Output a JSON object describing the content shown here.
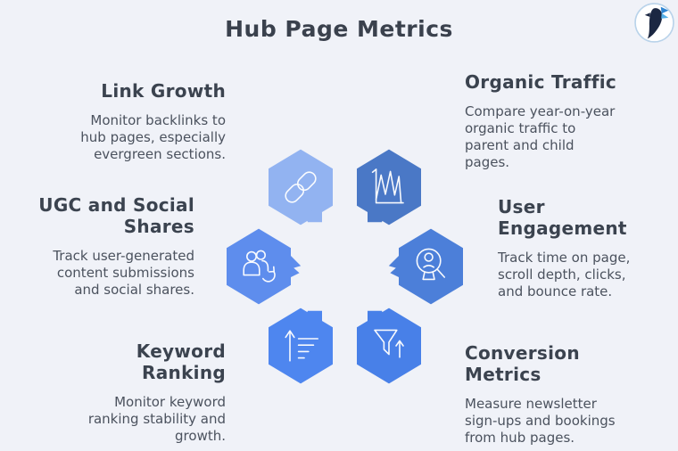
{
  "title": "Hub Page Metrics",
  "logo": {
    "name": "hummingbird-logo"
  },
  "colors": {
    "background": "#f0f2f8",
    "heading_text": "#3b434f",
    "body_text": "#4b525e",
    "icon_stroke": "#ffffff",
    "logo_border": "#b9d3ea",
    "logo_bird": "#1b2742",
    "logo_wing": "#2f86d4"
  },
  "sections": [
    {
      "id": "link-growth",
      "heading": "Link Growth",
      "body": "Monitor backlinks to\nhub pages, especially\nevergreen sections.",
      "icon": "link-icon",
      "color": "#92b3f1"
    },
    {
      "id": "organic-traffic",
      "heading": "Organic Traffic",
      "body": "Compare year-on-year\norganic traffic to\nparent and child\npages.",
      "icon": "area-chart-icon",
      "color": "#4a78c6"
    },
    {
      "id": "ugc-and-social-shares",
      "heading": "UGC and Social\nShares",
      "body": "Track user-generated\ncontent submissions\nand social shares.",
      "icon": "people-refresh-icon",
      "color": "#5e8ded"
    },
    {
      "id": "user-engagement",
      "heading": "User\nEngagement",
      "body": "Track time on page,\nscroll depth, clicks,\nand bounce rate.",
      "icon": "user-magnifier-icon",
      "color": "#4c7fd9"
    },
    {
      "id": "keyword-ranking",
      "heading": "Keyword\nRanking",
      "body": "Monitor keyword\nranking stability and\ngrowth.",
      "icon": "ranking-arrow-icon",
      "color": "#4e86ef"
    },
    {
      "id": "conversion-metrics",
      "heading": "Conversion\nMetrics",
      "body": "Measure newsletter\nsign-ups and bookings\nfrom hub pages.",
      "icon": "funnel-arrow-icon",
      "color": "#4880e8"
    }
  ]
}
